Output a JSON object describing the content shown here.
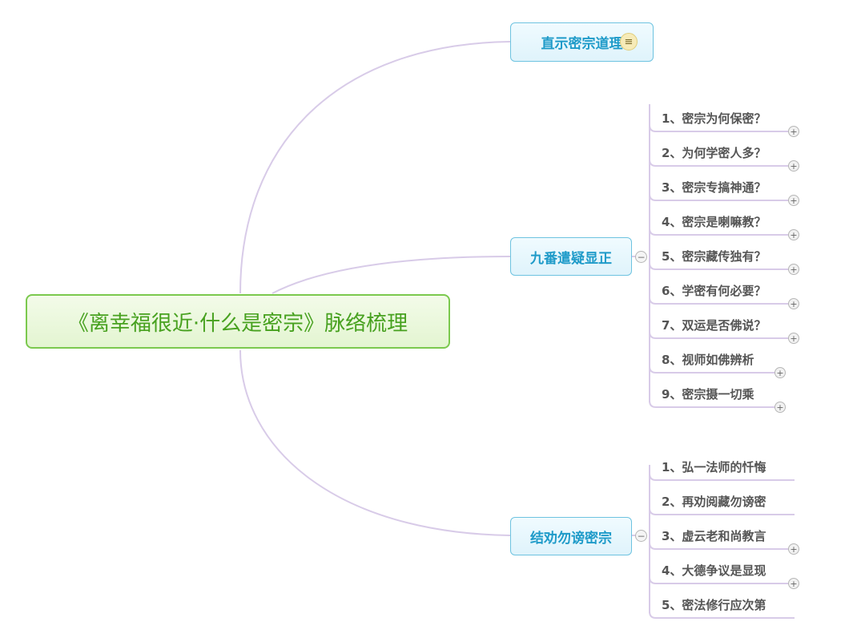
{
  "central": {
    "title": "《离幸福很近·什么是密宗》脉络梳理"
  },
  "branches": [
    {
      "label": "直示密宗道理",
      "icon": "note-icon",
      "children": []
    },
    {
      "label": "九番遣疑显正",
      "icon": "collapse-icon",
      "children": [
        {
          "label": "1、密宗为何保密？",
          "icon": "expand-icon"
        },
        {
          "label": "2、为何学密人多？",
          "icon": "expand-icon"
        },
        {
          "label": "3、密宗专搞神通？",
          "icon": "expand-icon"
        },
        {
          "label": "4、密宗是喇嘛教？",
          "icon": "expand-icon"
        },
        {
          "label": "5、密宗藏传独有？",
          "icon": "expand-icon"
        },
        {
          "label": "6、学密有何必要？",
          "icon": "expand-icon"
        },
        {
          "label": "7、双运是否佛说？",
          "icon": "expand-icon"
        },
        {
          "label": "8、视师如佛辨析",
          "icon": "expand-icon"
        },
        {
          "label": "9、密宗摄一切乘",
          "icon": "expand-icon"
        }
      ]
    },
    {
      "label": "结劝勿谤密宗",
      "icon": "collapse-icon",
      "children": [
        {
          "label": "1、弘一法师的忏悔",
          "icon": ""
        },
        {
          "label": "2、再劝阅藏勿谤密",
          "icon": ""
        },
        {
          "label": "3、虚云老和尚教言",
          "icon": "expand-icon"
        },
        {
          "label": "4、大德争议是显现",
          "icon": "expand-icon"
        },
        {
          "label": "5、密法修行应次第",
          "icon": ""
        }
      ]
    }
  ],
  "colors": {
    "central_border": "#7bc94e",
    "branch_border": "#6ec3e0",
    "connector": "#d8cbe8"
  }
}
